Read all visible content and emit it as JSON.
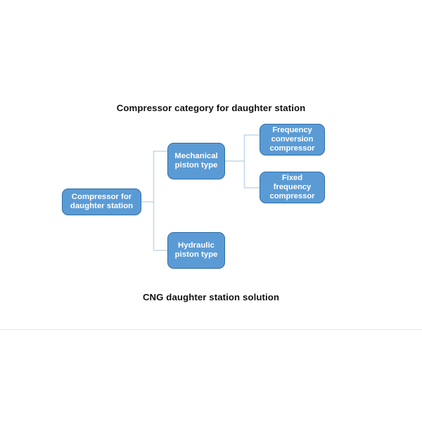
{
  "figure": {
    "title": "Compressor category for daughter station",
    "caption": "CNG daughter station solution",
    "colors": {
      "node_fill": "#5b9bd5",
      "node_border": "#2f6fa8",
      "node_text": "#ffffff",
      "connector": "#c3d8e9",
      "title_text": "#111111",
      "background": "#ffffff",
      "divider": "#e2e2e2"
    },
    "nodes": {
      "root": "Compressor for\ndaughter station",
      "mechanical": "Mechanical\npiston type",
      "hydraulic": "Hydraulic\npiston type",
      "frequency_conversion": "Frequency\nconversion\ncompressor",
      "fixed_frequency": "Fixed\nfrequency\ncompressor"
    }
  },
  "chart_data": {
    "type": "diagram",
    "subtype": "tree-hierarchy",
    "title": "Compressor category for daughter station",
    "caption": "CNG daughter station solution",
    "orientation": "left-to-right",
    "levels": 3,
    "tree": {
      "label": "Compressor for daughter station",
      "children": [
        {
          "label": "Mechanical piston type",
          "children": [
            {
              "label": "Frequency conversion compressor",
              "children": []
            },
            {
              "label": "Fixed frequency compressor",
              "children": []
            }
          ]
        },
        {
          "label": "Hydraulic piston type",
          "children": []
        }
      ]
    },
    "edges": [
      {
        "from": "Compressor for daughter station",
        "to": "Mechanical piston type"
      },
      {
        "from": "Compressor for daughter station",
        "to": "Hydraulic piston type"
      },
      {
        "from": "Mechanical piston type",
        "to": "Frequency conversion compressor"
      },
      {
        "from": "Mechanical piston type",
        "to": "Fixed frequency compressor"
      }
    ]
  }
}
